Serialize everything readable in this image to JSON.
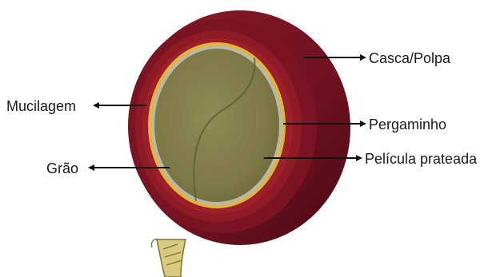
{
  "labels": {
    "casca_polpa": "Casca/Polpa",
    "mucilagem": "Mucilagem",
    "pergaminho": "Pergaminho",
    "grao": "Grão",
    "pelicula_prateada": "Película prateada"
  },
  "colors": {
    "outer_skin": "#7a1422",
    "outer_skin_dark": "#4e0a14",
    "pulp_ring": "#8e1a26",
    "mucilage_ring": "#a8232d",
    "parchment": "#e2b53a",
    "silver_skin": "#b8b9a6",
    "bean": "#8a8450",
    "leader_line": "#111111",
    "stem": "#d4c67a"
  }
}
